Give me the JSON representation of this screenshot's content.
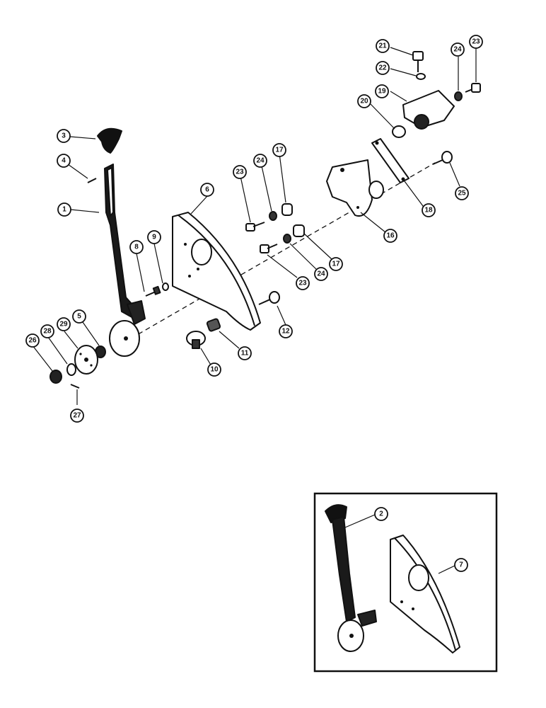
{
  "callouts": [
    {
      "id": "c1",
      "label": "1"
    },
    {
      "id": "c2",
      "label": "2"
    },
    {
      "id": "c3",
      "label": "3"
    },
    {
      "id": "c4",
      "label": "4"
    },
    {
      "id": "c5",
      "label": "5"
    },
    {
      "id": "c6",
      "label": "6"
    },
    {
      "id": "c7",
      "label": "7"
    },
    {
      "id": "c8",
      "label": "8"
    },
    {
      "id": "c9",
      "label": "9"
    },
    {
      "id": "c10",
      "label": "10"
    },
    {
      "id": "c11",
      "label": "11"
    },
    {
      "id": "c12",
      "label": "12"
    },
    {
      "id": "c16",
      "label": "16"
    },
    {
      "id": "c17a",
      "label": "17"
    },
    {
      "id": "c17b",
      "label": "17"
    },
    {
      "id": "c18",
      "label": "18"
    },
    {
      "id": "c19",
      "label": "19"
    },
    {
      "id": "c20",
      "label": "20"
    },
    {
      "id": "c21",
      "label": "21"
    },
    {
      "id": "c22",
      "label": "22"
    },
    {
      "id": "c23a",
      "label": "23"
    },
    {
      "id": "c23b",
      "label": "23"
    },
    {
      "id": "c23c",
      "label": "23"
    },
    {
      "id": "c24a",
      "label": "24"
    },
    {
      "id": "c24b",
      "label": "24"
    },
    {
      "id": "c24c",
      "label": "24"
    },
    {
      "id": "c25",
      "label": "25"
    },
    {
      "id": "c26",
      "label": "26"
    },
    {
      "id": "c27",
      "label": "27"
    },
    {
      "id": "c28",
      "label": "28"
    },
    {
      "id": "c29",
      "label": "29"
    }
  ]
}
